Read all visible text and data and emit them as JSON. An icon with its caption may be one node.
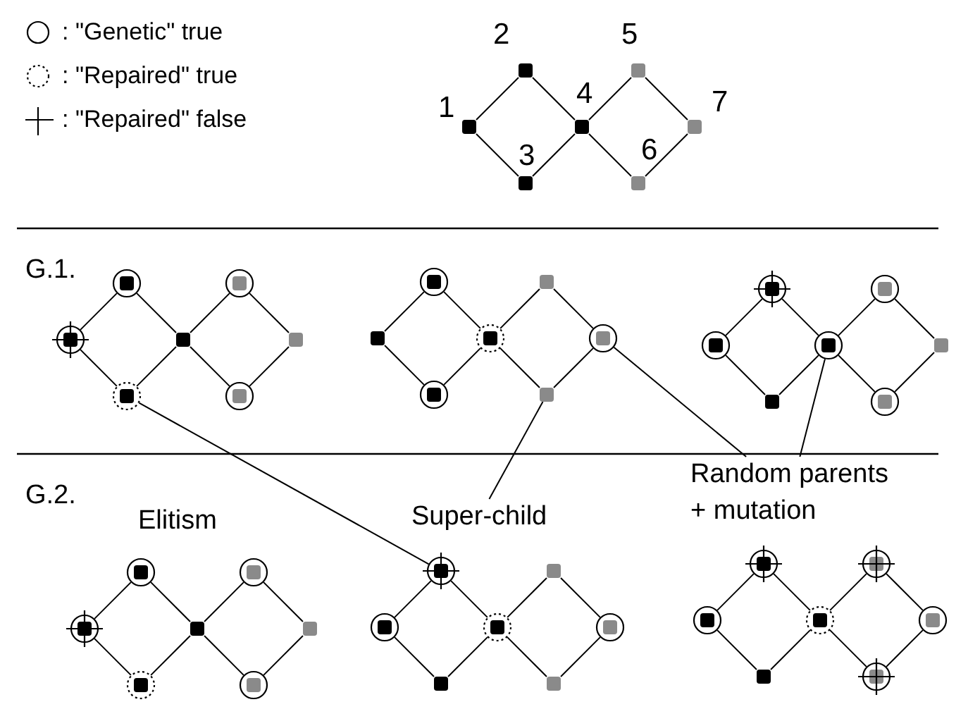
{
  "diagram": {
    "nodes": [
      {
        "text": [],
        "shape": "box",
        "beside": [
          "1"
        ]
      },
      {
        "text": [],
        "shape": "box",
        "beside": [
          "2"
        ]
      },
      {
        "text": [],
        "shape": "box",
        "beside": [
          "3"
        ]
      },
      {
        "text": [],
        "shape": "box",
        "beside": [
          "4"
        ]
      },
      {
        "text": [],
        "shape": "box",
        "beside": [
          "5"
        ]
      },
      {
        "text": [],
        "shape": "box",
        "beside": [
          "6"
        ]
      },
      {
        "text": [],
        "shape": "box",
        "beside": [
          "7"
        ]
      },
      {
        "text": [],
        "shape": "circle"
      },
      {
        "text": [],
        "shape": "circle"
      },
      {
        "text": [],
        "shape": "circle"
      },
      {
        "text": [],
        "shape": "box"
      },
      {
        "text": [],
        "shape": "circle"
      },
      {
        "text": [],
        "shape": "circle"
      },
      {
        "text": [],
        "shape": "box"
      },
      {
        "text": [],
        "shape": "box"
      },
      {
        "text": [],
        "shape": "circle"
      },
      {
        "text": [],
        "shape": "circle"
      },
      {
        "text": [],
        "shape": "circle"
      },
      {
        "text": [],
        "shape": "box"
      },
      {
        "text": [],
        "shape": "box"
      },
      {
        "text": [],
        "shape": "circle"
      },
      {
        "text": [],
        "shape": "circle"
      },
      {
        "text": [],
        "shape": "circle"
      },
      {
        "text": [],
        "shape": "box"
      },
      {
        "text": [],
        "shape": "circle"
      },
      {
        "text": [],
        "shape": "circle"
      },
      {
        "text": [],
        "shape": "circle"
      },
      {
        "text": [],
        "shape": "box"
      },
      {
        "text": [
          "Super-child"
        ]
      },
      {
        "text": [
          "Random parents + mutation"
        ]
      },
      {
        "text": [],
        "shape": "circle"
      },
      {
        "text": [],
        "shape": "circle"
      },
      {
        "text": [],
        "shape": "circle"
      },
      {
        "text": [],
        "shape": "box"
      },
      {
        "text": [],
        "shape": "circle"
      },
      {
        "text": [],
        "shape": "circle"
      },
      {
        "text": [],
        "shape": "box"
      },
      {
        "text": [],
        "shape": "circle"
      },
      {
        "text": [],
        "shape": "circle"
      },
      {
        "text": [],
        "shape": "box"
      },
      {
        "text": [],
        "shape": "circle"
      },
      {
        "text": [],
        "shape": "box"
      },
      {
        "text": [],
        "shape": "box"
      },
      {
        "text": [],
        "shape": "circle"
      },
      {
        "text": [],
        "shape": "circle"
      },
      {
        "text": [],
        "shape": "circle"
      },
      {
        "text": [],
        "shape": "box"
      },
      {
        "text": [],
        "shape": "circle"
      },
      {
        "text": [],
        "shape": "circle"
      },
      {
        "text": [],
        "shape": "circle"
      },
      {
        "text": [],
        "shape": "circle"
      }
    ],
    "edges": [
      {
        "from": 0,
        "to": 1,
        "arrow": "none"
      },
      {
        "from": 0,
        "to": 2,
        "arrow": "none"
      },
      {
        "from": 1,
        "to": 3,
        "arrow": "none"
      },
      {
        "from": 2,
        "to": 3,
        "arrow": "none"
      },
      {
        "from": 3,
        "to": 4,
        "arrow": "none"
      },
      {
        "from": 3,
        "to": 5,
        "arrow": "none"
      },
      {
        "from": 4,
        "to": 6,
        "arrow": "none"
      },
      {
        "from": 5,
        "to": 6,
        "arrow": "none"
      },
      {
        "from": 7,
        "to": 8,
        "arrow": "none"
      },
      {
        "from": 7,
        "to": 9,
        "arrow": "none"
      },
      {
        "from": 8,
        "to": 10,
        "arrow": "none"
      },
      {
        "from": 9,
        "to": 10,
        "arrow": "none"
      },
      {
        "from": 10,
        "to": 11,
        "arrow": "none"
      },
      {
        "from": 10,
        "to": 12,
        "arrow": "none"
      },
      {
        "from": 11,
        "to": 13,
        "arrow": "none"
      },
      {
        "from": 12,
        "to": 13,
        "arrow": "none"
      },
      {
        "from": 14,
        "to": 15,
        "arrow": "none"
      },
      {
        "from": 14,
        "to": 16,
        "arrow": "none"
      },
      {
        "from": 15,
        "to": 17,
        "arrow": "none"
      },
      {
        "from": 16,
        "to": 17,
        "arrow": "none"
      },
      {
        "from": 17,
        "to": 18,
        "arrow": "none"
      },
      {
        "from": 17,
        "to": 19,
        "arrow": "none"
      },
      {
        "from": 18,
        "to": 20,
        "arrow": "none"
      },
      {
        "from": 19,
        "to": 20,
        "arrow": "none"
      },
      {
        "from": 21,
        "to": 22,
        "arrow": "none"
      },
      {
        "from": 21,
        "to": 23,
        "arrow": "none"
      },
      {
        "from": 22,
        "to": 24,
        "arrow": "none"
      },
      {
        "from": 23,
        "to": 24,
        "arrow": "none"
      },
      {
        "from": 24,
        "to": 25,
        "arrow": "none"
      },
      {
        "from": 24,
        "to": 26,
        "arrow": "none"
      },
      {
        "from": 25,
        "to": 27,
        "arrow": "none"
      },
      {
        "from": 26,
        "to": 27,
        "arrow": "none"
      },
      {
        "from": 30,
        "to": 31,
        "arrow": "none"
      },
      {
        "from": 30,
        "to": 32,
        "arrow": "none"
      },
      {
        "from": 31,
        "to": 33,
        "arrow": "none"
      },
      {
        "from": 32,
        "to": 33,
        "arrow": "none"
      },
      {
        "from": 33,
        "to": 34,
        "arrow": "none"
      },
      {
        "from": 33,
        "to": 35,
        "arrow": "none"
      },
      {
        "from": 34,
        "to": 36,
        "arrow": "none"
      },
      {
        "from": 35,
        "to": 36,
        "arrow": "none"
      },
      {
        "from": 37,
        "to": 38,
        "arrow": "none"
      },
      {
        "from": 37,
        "to": 39,
        "arrow": "none"
      },
      {
        "from": 38,
        "to": 40,
        "arrow": "none"
      },
      {
        "from": 39,
        "to": 40,
        "arrow": "none"
      },
      {
        "from": 40,
        "to": 41,
        "arrow": "none"
      },
      {
        "from": 40,
        "to": 42,
        "arrow": "none"
      },
      {
        "from": 41,
        "to": 43,
        "arrow": "none"
      },
      {
        "from": 42,
        "to": 43,
        "arrow": "none"
      },
      {
        "from": 44,
        "to": 45,
        "arrow": "none"
      },
      {
        "from": 44,
        "to": 46,
        "arrow": "none"
      },
      {
        "from": 45,
        "to": 47,
        "arrow": "none"
      },
      {
        "from": 46,
        "to": 47,
        "arrow": "none"
      },
      {
        "from": 47,
        "to": 48,
        "arrow": "none"
      },
      {
        "from": 47,
        "to": 49,
        "arrow": "none"
      },
      {
        "from": 48,
        "to": 50,
        "arrow": "none"
      },
      {
        "from": 49,
        "to": 50,
        "arrow": "none"
      },
      {
        "from": 9,
        "to": 38,
        "arrow": "none"
      },
      {
        "from": 19,
        "to": 28,
        "arrow": "none"
      },
      {
        "from": 20,
        "to": 29,
        "arrow": "none"
      },
      {
        "from": 24,
        "to": 29,
        "arrow": "none"
      }
    ],
    "labels": [
      "G.1.",
      "G.2.",
      "Elitism"
    ],
    "legend": [
      {
        "text": ": \"Genetic\" true"
      },
      {
        "text": ": \"Repaired\" true"
      },
      {
        "text": ": \"Repaired\" false"
      }
    ]
  }
}
